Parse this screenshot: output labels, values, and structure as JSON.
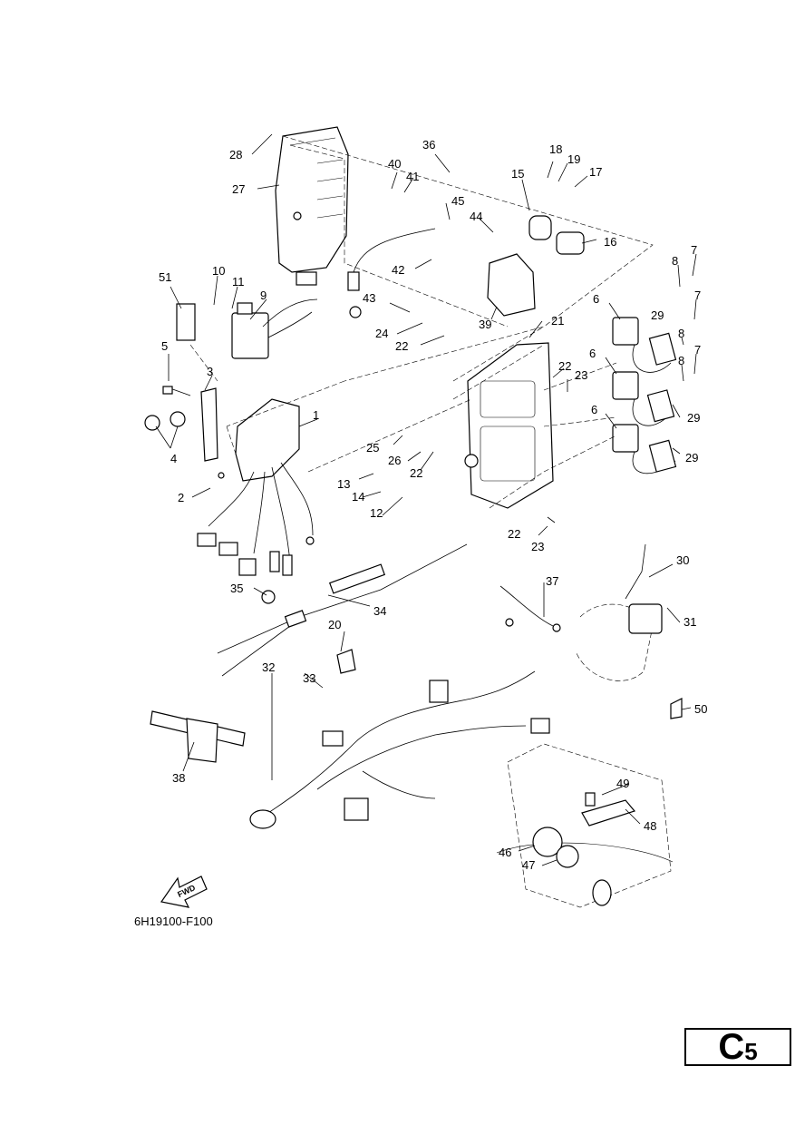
{
  "diagram_code": "6H19100-F100",
  "page_badge": {
    "letter": "C",
    "number": "5"
  },
  "fwd_label": "FWD",
  "callouts": [
    "1",
    "2",
    "3",
    "4",
    "5",
    "6",
    "7",
    "8",
    "9",
    "10",
    "11",
    "12",
    "13",
    "14",
    "15",
    "16",
    "17",
    "18",
    "19",
    "20",
    "21",
    "22",
    "23",
    "24",
    "25",
    "26",
    "27",
    "28",
    "29",
    "30",
    "31",
    "32",
    "33",
    "34",
    "35",
    "36",
    "37",
    "38",
    "39",
    "40",
    "41",
    "42",
    "43",
    "44",
    "45",
    "46",
    "47",
    "48",
    "49",
    "50",
    "51"
  ]
}
